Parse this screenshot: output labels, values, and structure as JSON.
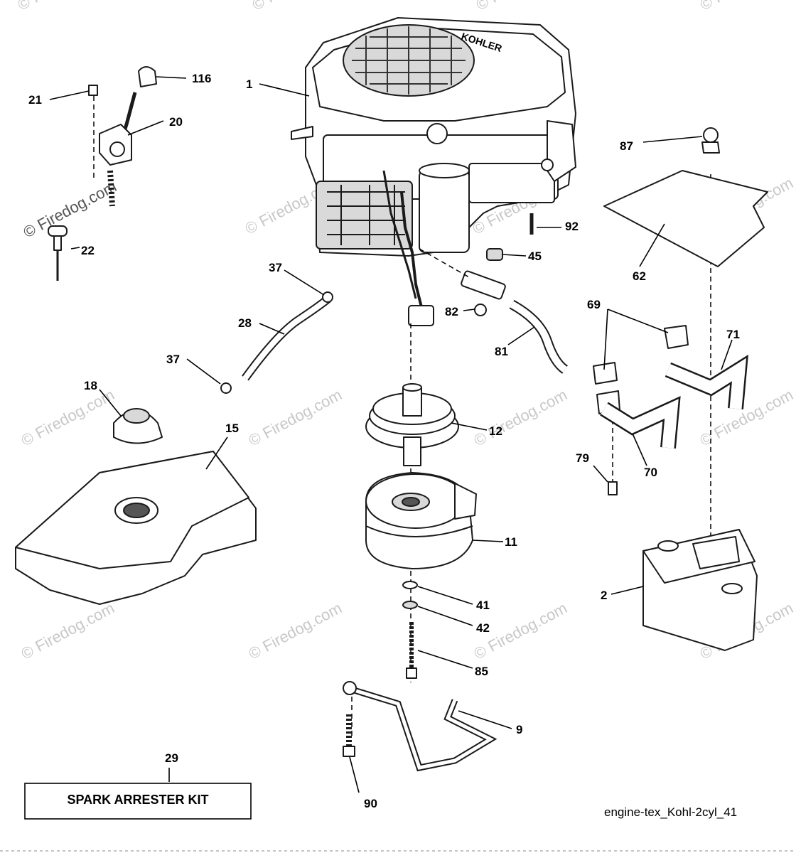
{
  "watermark": "© Firedog.com",
  "watermark_top_left": "© Firedog.com",
  "engine_brand": "KOHLER",
  "callouts": {
    "c1": "1",
    "c2": "2",
    "c9": "9",
    "c11": "11",
    "c12": "12",
    "c15": "15",
    "c18": "18",
    "c20": "20",
    "c21": "21",
    "c22": "22",
    "c28": "28",
    "c29": "29",
    "c37a": "37",
    "c37b": "37",
    "c41": "41",
    "c42": "42",
    "c45": "45",
    "c62": "62",
    "c69": "69",
    "c70": "70",
    "c71": "71",
    "c79": "79",
    "c81": "81",
    "c82": "82",
    "c85": "85",
    "c87": "87",
    "c90": "90",
    "c92": "92",
    "c116": "116"
  },
  "kit_label": "SPARK ARRESTER KIT",
  "diagram_code": "engine-tex_Kohl-2cyl_41"
}
